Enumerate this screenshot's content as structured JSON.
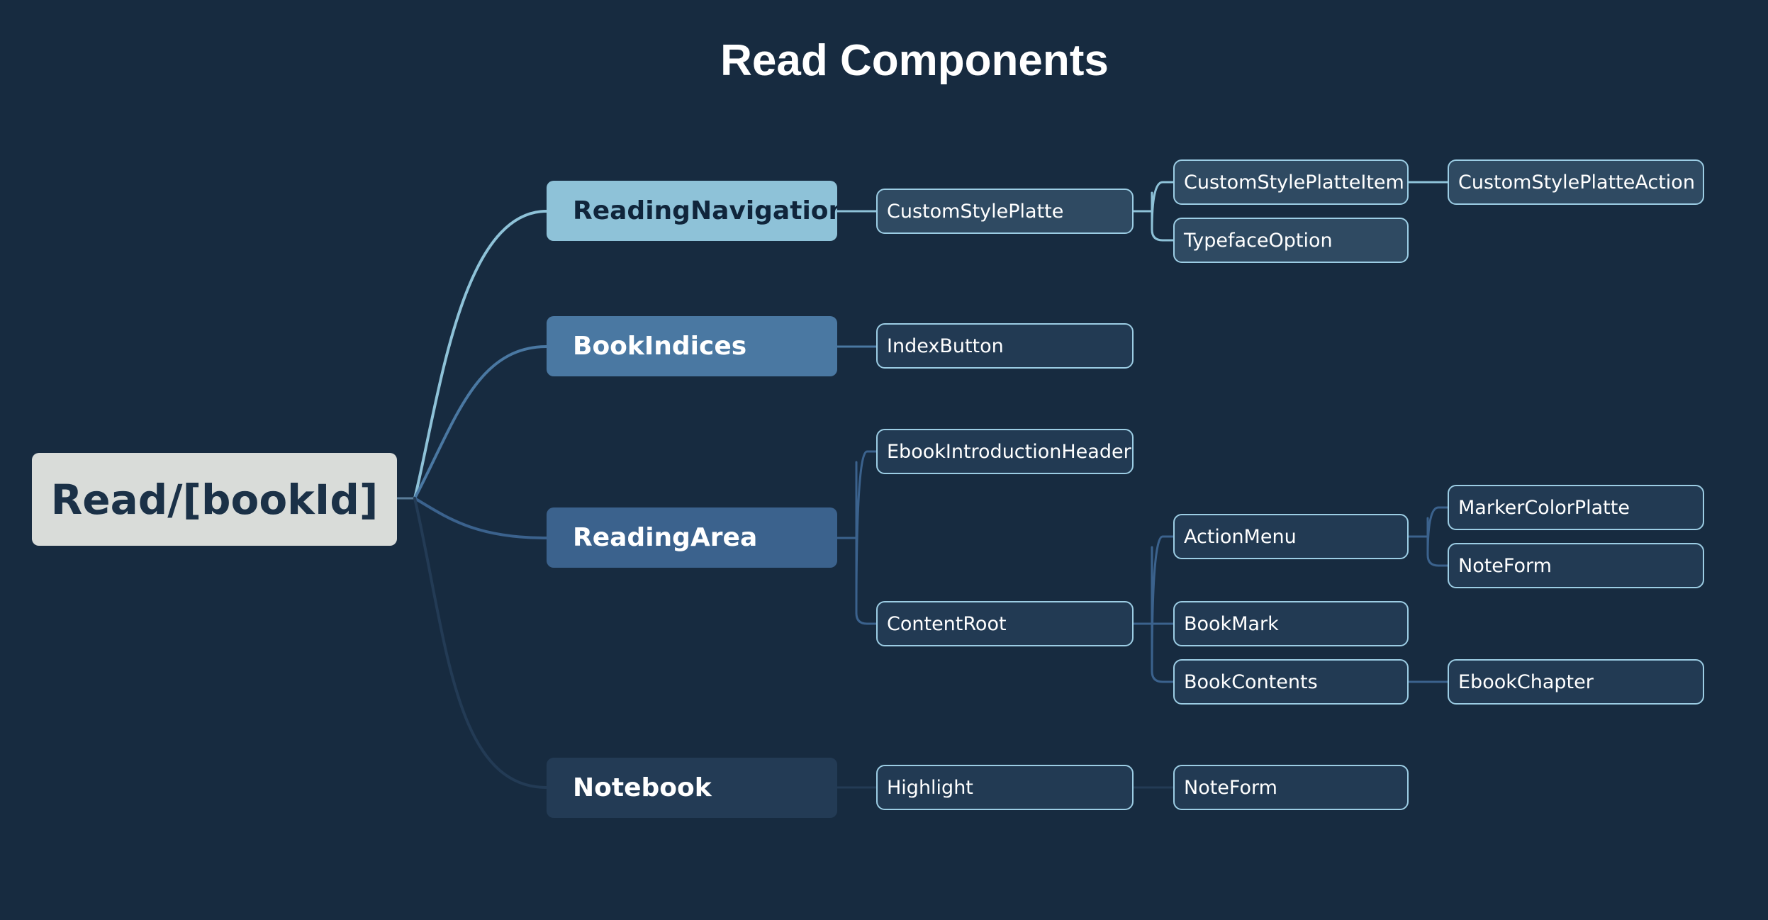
{
  "title": "Read Components",
  "root": {
    "label": "Read/[bookId]"
  },
  "branches": [
    {
      "label": "ReadingNavigation"
    },
    {
      "label": "BookIndices"
    },
    {
      "label": "ReadingArea"
    },
    {
      "label": "Notebook"
    }
  ],
  "nodes": {
    "custom_style_platte": "CustomStylePlatte",
    "custom_style_platte_item": "CustomStylePlatteItem",
    "custom_style_platte_action": "CustomStylePlatteAction",
    "typeface_option": "TypefaceOption",
    "index_button": "IndexButton",
    "ebook_introduction_header": "EbookIntroductionHeader",
    "content_root": "ContentRoot",
    "action_menu": "ActionMenu",
    "marker_color_platte": "MarkerColorPlatte",
    "note_form_action": "NoteForm",
    "book_mark": "BookMark",
    "book_contents": "BookContents",
    "ebook_chapter": "EbookChapter",
    "highlight": "Highlight",
    "note_form_notebook": "NoteForm"
  },
  "colors": {
    "background": "#172b40",
    "root_fill": "#d9dcd9",
    "branch_reading_navigation": "#8ec2d8",
    "branch_book_indices": "#4a78a2",
    "branch_reading_area": "#3b628d",
    "branch_notebook": "#233b55",
    "leaf_border": "#9ccde4"
  }
}
